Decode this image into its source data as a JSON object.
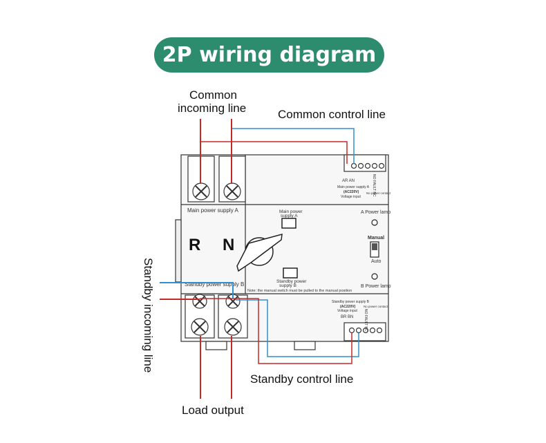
{
  "title": "2P wiring diagram",
  "labels": {
    "common_incoming_1": "Common",
    "common_incoming_2": "incoming line",
    "common_control": "Common control line",
    "standby_incoming": "Standby incoming line",
    "standby_control": "Standby control line",
    "load_output": "Load output"
  },
  "device": {
    "main_supply": "Main power supply A",
    "standby_supply": "Standby power supply B",
    "phase_R": "R",
    "phase_N": "N",
    "sw_main_1": "Main power",
    "sw_main_2": "supply A",
    "sw_standby_1": "Standby power",
    "sw_standby_2": "supply B",
    "a_lamp": "A Power lamp",
    "b_lamp": "B Power lamp",
    "manual": "Manual",
    "auto": "Auto",
    "note": "Note: the manual switch must be pulled to the manual position",
    "top_term": "AR   AN",
    "top_term_sub": "Main power supply A",
    "top_term_sub2": "(AC220V)",
    "top_term_sub3": "Voltage input",
    "top_side": "No power contact",
    "bot_term": "BR   BN",
    "bot_term_sub": "Standby power supply B",
    "bot_term_sub2": "(AC220V)",
    "bot_term_sub3": "Voltage input",
    "bot_side": "No power contact",
    "nofault": "NO FAULT NC"
  },
  "colors": {
    "accent": "#2e8c6e",
    "red_wire": "#c62828",
    "blue_wire": "#2f8fd1"
  }
}
